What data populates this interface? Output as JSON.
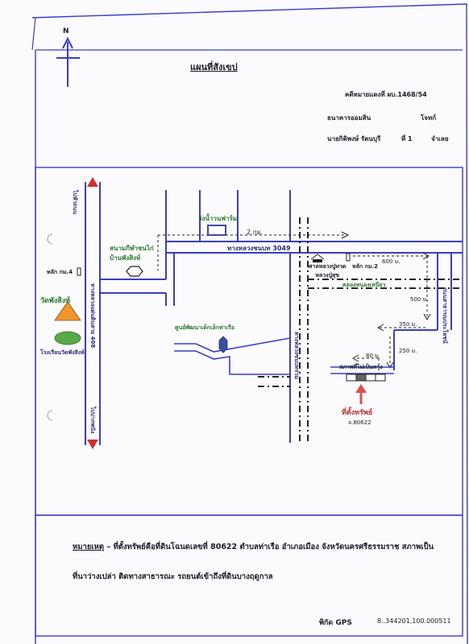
{
  "header": {
    "title": "แผนที่สังเขป",
    "case_number": "คดีหมายแดงที่ ผบ.1468/54",
    "plaintiff": "ธนาคารออมสิน",
    "plaintiff_role": "โจทก์",
    "defendant": "นายกิติพงษ์ รัตนบุรี",
    "defendant_no": "ที่ 1",
    "defendant_role": "จำเลย",
    "north": "N"
  },
  "map": {
    "road_main_left": "ทางหลวงแผ่นดินสาย 408",
    "to_north_city": "ไปหัวถนน",
    "to_south_city": "ไปปากพนัง",
    "road_3049": "ทางหลวงชนบท 3049",
    "road_right_v": "ทางหลวงชนบทร่วม",
    "road_far_right": "ถนนสาธารณประโยชน์",
    "canal": "คลองหนองเหนียว",
    "resort": "วังน้ำวนฟาร์ม",
    "dist_2km": "2 กม.",
    "stadium": "สนามกีฬาชนไก่\nบ้านพังสิงห์",
    "km4": "หลัก กม.4",
    "temple": "วัดพังสิงห์",
    "school": "โรงเรียนวัดพังสิงห์",
    "childcare": "ศูนย์พัฒนาเด็กเล็กท่าเรือ",
    "shrine": "ศาลหลวงปู่ทวด",
    "shrine_line1": "ศาลหลวงปู่ทวด",
    "shrine_line2": "หลวงปู่สุข",
    "km2": "หลัก กม.2",
    "dist_600": "600 ม.",
    "dist_500": "500 ม.",
    "dist_350": "350 ม.",
    "dist_250": "250 ม.",
    "dist_80": "80 ม.",
    "small_road": "สภาพที่ไม่เป็นทาง",
    "property_label": "ที่ตั้งทรัพย์",
    "property_deed": "จ.80622"
  },
  "footer": {
    "note_label": "หมายเหตุ",
    "note_line1": "– ที่ตั้งทรัพย์คือที่ดินโฉนดเลขที่ 80622 ตำบลท่าเรือ อำเภอเมือง จังหวัดนครศรีธรรมราช สภาพเป็น",
    "note_line2": "ที่นาว่างเปล่า ติดทางสาธารณะ รถยนต์เข้าถึงที่ดินบางฤดูกาล",
    "gps_label": "พิกัด GPS",
    "gps_value": "8..344201,100.000511"
  },
  "colors": {
    "frame": "#3b3bd0",
    "road": "#3a3fc0",
    "property_arrow": "#e05050",
    "temple_orange": "#f0962a",
    "school_green": "#57a94a",
    "childcare": "#3a4fa0",
    "red_arrow": "#d03030"
  }
}
